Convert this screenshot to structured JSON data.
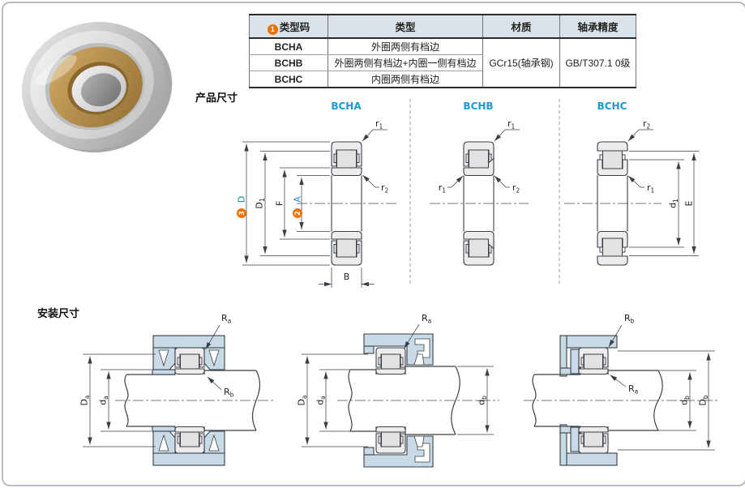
{
  "table": {
    "header_badge": "1",
    "headers": [
      "类型码",
      "类型",
      "材质",
      "轴承精度"
    ],
    "rows": [
      {
        "code": "BCHA",
        "type": "外圈两侧有档边"
      },
      {
        "code": "BCHB",
        "type": "外圈两侧有档边+内圈一侧有档边"
      },
      {
        "code": "BCHC",
        "type": "内圈两侧有档边"
      }
    ],
    "material": "GCr15(轴承钢)",
    "precision": "GB/T307.1 0级"
  },
  "sections": {
    "product": "产品尺寸",
    "install": "安装尺寸"
  },
  "variants": {
    "a": "BCHA",
    "b": "BCHB",
    "c": "BCHC"
  },
  "dims": {
    "r1": {
      "base": "r",
      "sub": "1"
    },
    "r2": {
      "base": "r",
      "sub": "2"
    },
    "D": {
      "badge": "3",
      "base": "D"
    },
    "D1": {
      "base": "D",
      "sub": "1"
    },
    "F": {
      "base": "F"
    },
    "A": {
      "badge": "2",
      "base": "A"
    },
    "B": {
      "base": "B"
    },
    "d1": {
      "base": "d",
      "sub": "1"
    },
    "E": {
      "base": "E"
    },
    "Ra": {
      "base": "R",
      "sub": "a"
    },
    "Rb": {
      "base": "R",
      "sub": "b"
    },
    "Da": {
      "base": "D",
      "sub": "a"
    },
    "da": {
      "base": "d",
      "sub": "a"
    },
    "db": {
      "base": "d",
      "sub": "b"
    },
    "Db": {
      "base": "D",
      "sub": "b"
    }
  },
  "colors": {
    "accent_blue": "#1a9ad2",
    "badge_orange": "#ed7000",
    "dim_teal": "#0b8f85",
    "dim_blue": "#1e88e5",
    "housing_blue": "#c7dae6",
    "table_header_bg": "#dae3e9"
  }
}
